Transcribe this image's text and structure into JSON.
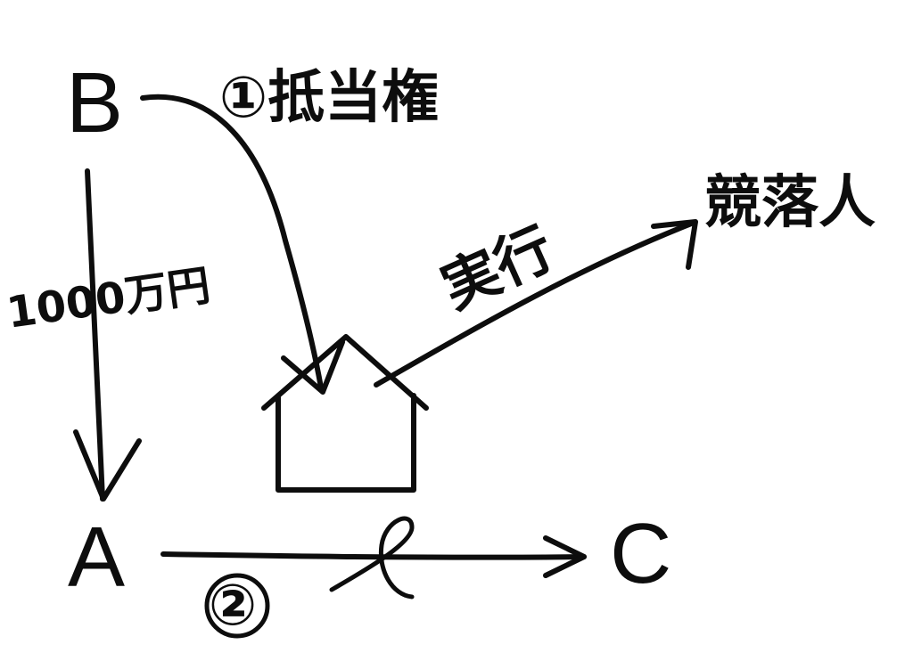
{
  "nodes": {
    "b": "B",
    "a": "A",
    "c": "C"
  },
  "labels": {
    "mortgage": "①抵当権",
    "amount": "1000万円",
    "execution": "実行",
    "winning_bidder": "競落人",
    "transfer": "②"
  },
  "colors": {
    "ink": "#0d0d0d",
    "paper": "#ffffff"
  }
}
